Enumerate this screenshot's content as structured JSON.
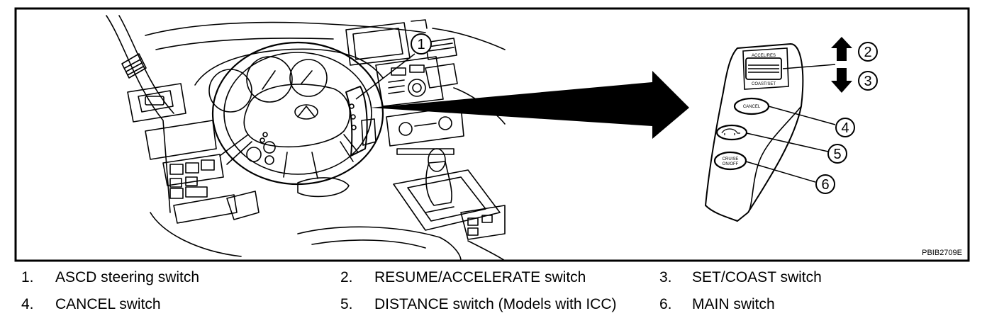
{
  "figure_id": "PBIB2709E",
  "callouts": [
    "1",
    "2",
    "3",
    "4",
    "5",
    "6"
  ],
  "switch_labels": {
    "accel_res": "ACCEL/RES",
    "coast_set": "COAST/SET",
    "cancel": "CANCEL",
    "cruise": "CRUISE",
    "on_off": "ON/OFF"
  },
  "legend": [
    {
      "num": "1.",
      "text": "ASCD steering switch"
    },
    {
      "num": "2.",
      "text": "RESUME/ACCELERATE switch"
    },
    {
      "num": "3.",
      "text": "SET/COAST switch"
    },
    {
      "num": "4.",
      "text": "CANCEL switch"
    },
    {
      "num": "5.",
      "text": "DISTANCE switch (Models with ICC)"
    },
    {
      "num": "6.",
      "text": "MAIN switch"
    }
  ]
}
